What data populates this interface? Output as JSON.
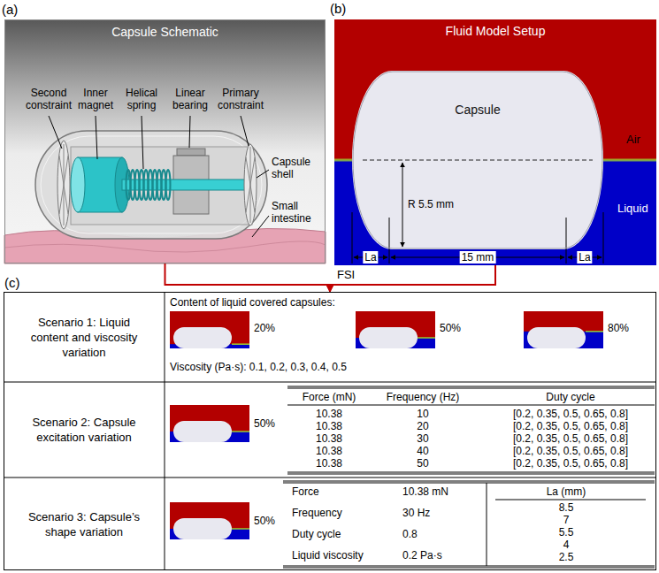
{
  "diagram": {
    "nodes": [
      {
        "text": [
          "(a)",
          "Capsule Schematic"
        ]
      },
      {
        "text": [
          "(b)",
          "Fluid Model Setup"
        ]
      },
      {
        "text": [
          "Capsule"
        ],
        "in": 1
      },
      {
        "text": [
          "(c)"
        ]
      },
      {
        "text": [
          "Scenario 1: Liquid content and viscosity variation"
        ],
        "in": 3
      },
      {
        "text": [
          "Scenario 2: Capsule excitation variation"
        ],
        "in": 3
      },
      {
        "text": [
          "Scenario 3: Capsule’s shape variation"
        ],
        "in": 3
      }
    ],
    "edges": [
      {
        "from": 0,
        "to": 3,
        "arrow": "to"
      },
      {
        "from": 1,
        "to": 3,
        "arrow": "to",
        "label": "FSI"
      }
    ],
    "labels": [
      "Second constraint",
      "Inner magnet",
      "Helical spring",
      "Linear bearing",
      "Primary constraint",
      "Capsule shell",
      "Small intestine",
      "Air",
      "R 5.5 mm",
      "Liquid",
      "La",
      "15 mm",
      "La",
      "Content of liquid covered capsules:",
      "20%",
      "50%",
      "80%",
      "Viscosity (Pa·s): 0.1, 0.2, 0.3, 0.4, 0.5",
      "50%",
      "Force (mN)",
      "Frequency (Hz)",
      "Duty cycle",
      "10.38",
      "10",
      "[0.2, 0.35, 0.5, 0.65, 0.8]",
      "10.38",
      "20",
      "[0.2, 0.35, 0.5, 0.65, 0.8]",
      "10.38",
      "30",
      "[0.2, 0.35, 0.5, 0.65, 0.8]",
      "10.38",
      "40",
      "[0.2, 0.35, 0.5, 0.65, 0.8]",
      "10.38",
      "50",
      "[0.2, 0.35, 0.5, 0.65, 0.8]",
      "50%",
      "Force",
      "10.38 mN",
      "La (mm)",
      "8.5",
      "Frequency",
      "30 Hz",
      "7",
      "Duty cycle",
      "0.8",
      "5.5",
      "Liquid viscosity",
      "0.2 Pa·s",
      "4",
      "2.5"
    ]
  }
}
